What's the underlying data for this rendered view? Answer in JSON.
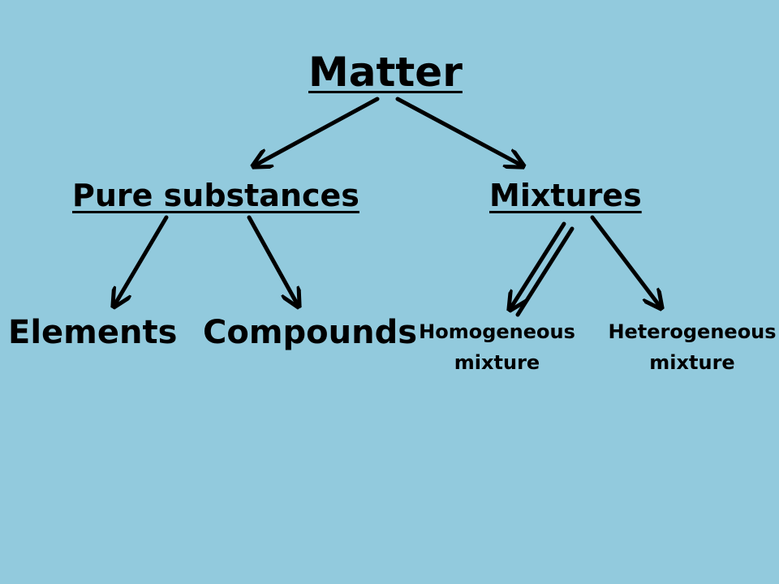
{
  "diagram": {
    "root": "Matter",
    "level1": {
      "left": "Pure substances",
      "right": "Mixtures"
    },
    "level2": {
      "elements": "Elements",
      "compounds": "Compounds",
      "homogeneous_line1": "Homogeneous",
      "homogeneous_line2": "mixture",
      "heterogeneous_line1": "Heterogeneous",
      "heterogeneous_line2": "mixture"
    }
  }
}
